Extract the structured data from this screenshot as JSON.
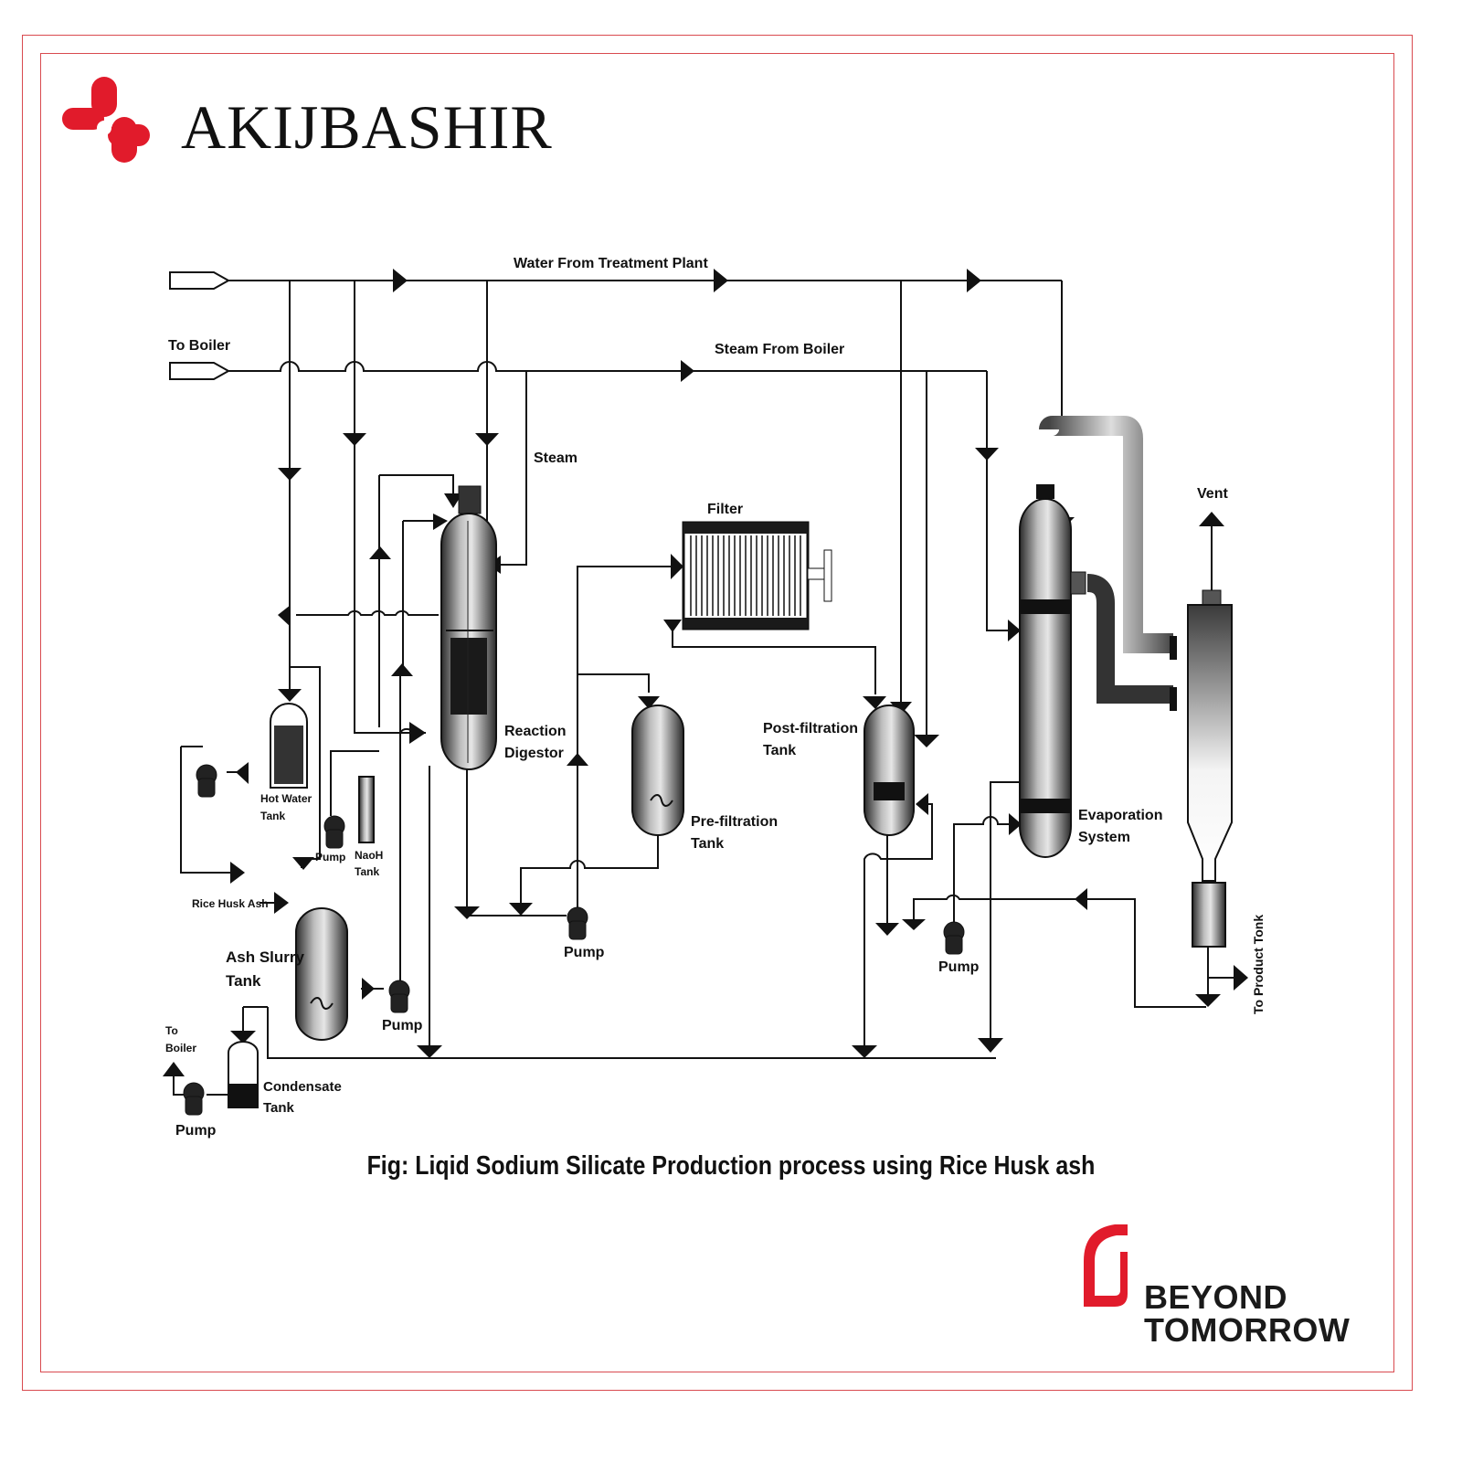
{
  "brand": {
    "name": "AKIJBASHIR",
    "tagline_line1": "BEYOND",
    "tagline_line2": "TOMORROW"
  },
  "colors": {
    "accent": "#e11b2b",
    "frame": "#d94a4f",
    "line": "#111111"
  },
  "icons": {
    "logo": "akij-bashir-logo",
    "tagline_mark": "beyond-tomorrow-mark"
  },
  "labels": {
    "water_from_treatment_plant": "Water From Treatment Plant",
    "to_boiler_top": "To Boiler",
    "steam_from_boiler": "Steam From Boiler",
    "steam": "Steam",
    "filter": "Filter",
    "vent": "Vent",
    "reaction_digestor_1": "Reaction",
    "reaction_digestor_2": "Digestor",
    "post_filtration_1": "Post-filtration",
    "post_filtration_2": "Tank",
    "pre_filtration_1": "Pre-filtration",
    "pre_filtration_2": "Tank",
    "evaporation_1": "Evaporation",
    "evaporation_2": "System",
    "hot_water_1": "Hot Water",
    "hot_water_2": "Tank",
    "naoh_1": "NaoH",
    "naoh_2": "Tank",
    "pump": "Pump",
    "rice_husk_ash": "Rice Husk Ash",
    "ash_slurry_1": "Ash Slurry",
    "ash_slurry_2": "Tank",
    "to_boiler_bottom_1": "To",
    "to_boiler_bottom_2": "Boiler",
    "condensate_1": "Condensate",
    "condensate_2": "Tank",
    "to_product_tank": "To Product Tonk"
  },
  "caption": "Fig: Liqid Sodium Silicate Production process using Rice Husk ash"
}
